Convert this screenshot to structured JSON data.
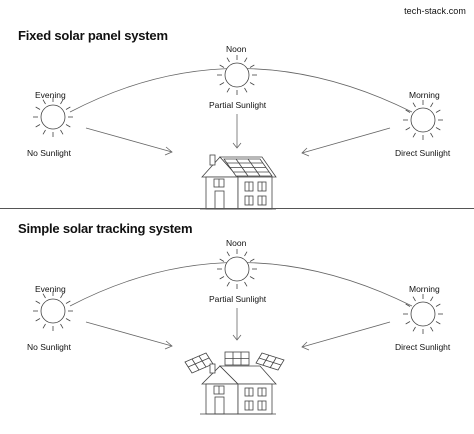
{
  "brand": "tech-stack.com",
  "fixed": {
    "title": "Fixed solar panel system",
    "noon_label": "Noon",
    "noon_desc": "Partial Sunlight",
    "evening_label": "Evening",
    "evening_desc": "No Sunlight",
    "morning_label": "Morning",
    "morning_desc": "Direct Sunlight"
  },
  "tracking": {
    "title": "Simple solar tracking system",
    "noon_label": "Noon",
    "noon_desc": "Partial Sunlight",
    "evening_label": "Evening",
    "evening_desc": "No Sunlight",
    "morning_label": "Morning",
    "morning_desc": "Direct Sunlight"
  }
}
